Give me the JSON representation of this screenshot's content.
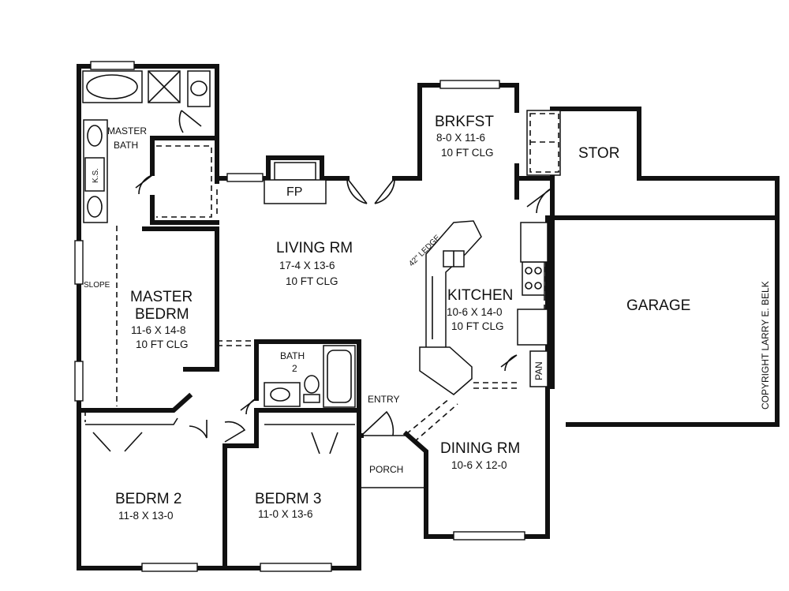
{
  "rooms": {
    "master_bath": {
      "line1": "MASTER",
      "line2": "BATH"
    },
    "ks": "K.S.",
    "brkfst": {
      "name": "BRKFST",
      "size": "8-0 X 11-6",
      "clg": "10 FT CLG"
    },
    "stor": "STOR",
    "fp": "FP",
    "living": {
      "name": "LIVING RM",
      "size": "17-4 X 13-6",
      "clg": "10 FT CLG"
    },
    "ledge": "42\" LEDGE",
    "kitchen": {
      "name": "KITCHEN",
      "size": "10-6 X 14-0",
      "clg": "10 FT CLG"
    },
    "garage": "GARAGE",
    "slope": "SLOPE",
    "master_bedrm": {
      "line1": "MASTER",
      "line2": "BEDRM",
      "size": "11-6 X 14-8",
      "clg": "10 FT CLG"
    },
    "bath2": {
      "line1": "BATH",
      "line2": "2"
    },
    "pan": "PAN",
    "entry": "ENTRY",
    "dining": {
      "name": "DINING RM",
      "size": "10-6 X 12-0"
    },
    "porch": "PORCH",
    "bedrm2": {
      "name": "BEDRM 2",
      "size": "11-8 X 13-0"
    },
    "bedrm3": {
      "name": "BEDRM 3",
      "size": "11-0 X 13-6"
    }
  },
  "copyright": "COPYRIGHT LARRY E. BELK",
  "colors": {
    "ink": "#111111",
    "paper": "#ffffff"
  }
}
